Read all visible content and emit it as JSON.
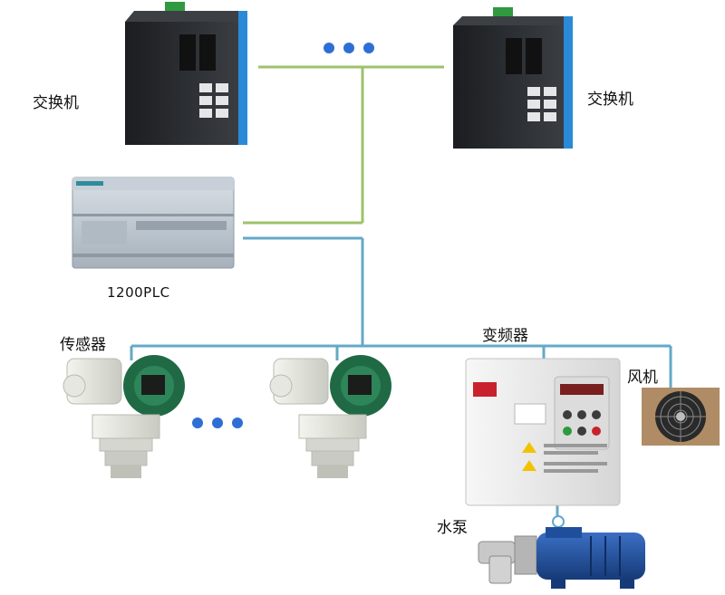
{
  "labels": {
    "switch_left": "交换机",
    "switch_right": "交换机",
    "plc": "1200PLC",
    "sensor": "传感器",
    "vfd": "变频器",
    "fan": "风机",
    "pump": "水泵"
  },
  "colors": {
    "ethernet_line": "#9dc26b",
    "bus_line": "#63a9c8",
    "ellipsis_dot": "#2e6fd6",
    "switch_body": "#26292c",
    "switch_stripe": "#2a8ad8",
    "plc_body": "#b9c3cc",
    "sensor_green": "#1f6a44",
    "vfd_body": "#ededed",
    "pump_blue": "#1f4f9c"
  },
  "icons": {
    "switch": "industrial-ethernet-switch-icon",
    "plc": "plc-module-icon",
    "sensor": "pressure-transmitter-icon",
    "vfd": "frequency-inverter-icon",
    "fan": "axial-fan-icon",
    "pump": "water-pump-icon"
  }
}
